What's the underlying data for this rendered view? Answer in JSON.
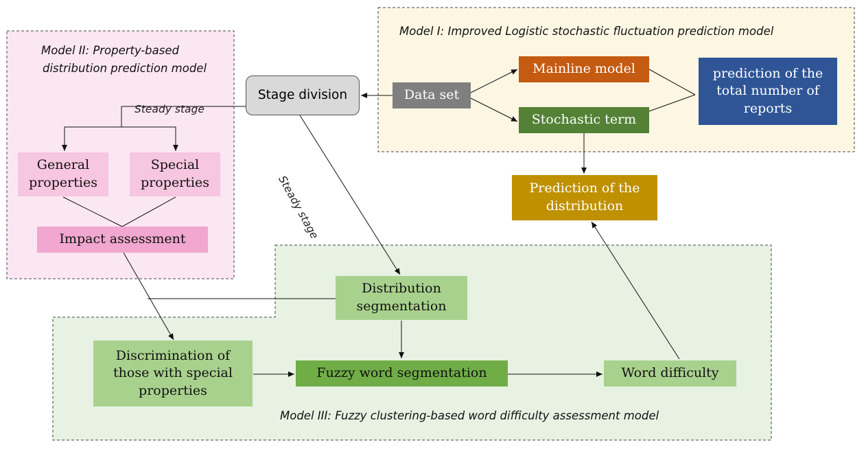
{
  "colors": {
    "model1_bg": "#fdf6e3",
    "model2_bg": "#fbe7f2",
    "model3_bg": "#e7f2e2",
    "dataset": "#7f7f7f",
    "mainline": "#c55a11",
    "stochastic": "#538135",
    "prediction_total": "#2f5597",
    "prediction_dist": "#bf9000",
    "stage_division": "#d9d9d9",
    "properties": "#f7c6e0",
    "impact": "#f1a7cf",
    "light_green": "#a9d18e",
    "fuzzy": "#70ad47"
  },
  "regions": {
    "model1_title": "Model I: Improved Logistic stochastic fluctuation prediction model",
    "model2_title_line1": "Model II:  Property-based",
    "model2_title_line2": "distribution prediction model",
    "model3_title": "Model III: Fuzzy clustering-based word difficulty assessment model"
  },
  "nodes": {
    "data_set": "Data set",
    "mainline_model": "Mainline model",
    "stochastic_term": "Stochastic term",
    "prediction_total": "prediction of the total number of reports",
    "prediction_distribution": "Prediction of the distribution",
    "stage_division": "Stage division",
    "general_properties": "General properties",
    "special_properties": "Special properties",
    "impact_assessment": "Impact assessment",
    "distribution_segmentation": "Distribution segmentation",
    "discrimination": "Discrimination of those with special properties",
    "fuzzy_word_segmentation": "Fuzzy word segmentation",
    "word_difficulty": "Word difficulty"
  },
  "edge_labels": {
    "steady_stage_left": "Steady stage",
    "steady_stage_diag": "Steady stage"
  }
}
